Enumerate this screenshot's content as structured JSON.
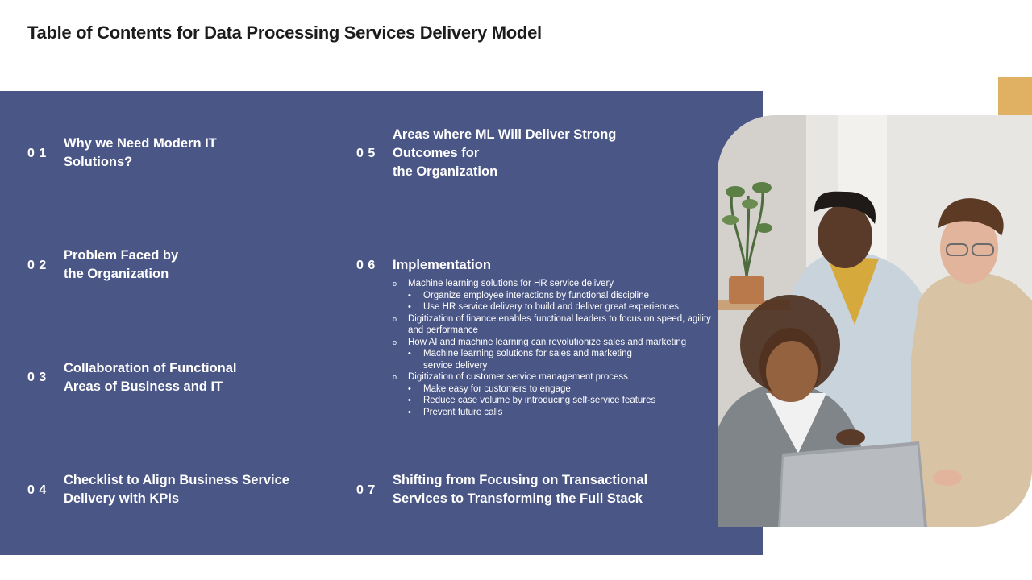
{
  "page": {
    "title": "Table of Contents for Data Processing Services Delivery Model"
  },
  "colors": {
    "panel": "#4a5686",
    "accent": "#e0b163",
    "text_on_panel": "#ffffff"
  },
  "toc": [
    {
      "number": "0 1",
      "heading": "Why we Need Modern IT\nSolutions?"
    },
    {
      "number": "0 2",
      "heading": "Problem Faced by\nthe Organization"
    },
    {
      "number": "0 3",
      "heading": "Collaboration of Functional\nAreas of Business and IT"
    },
    {
      "number": "0 4",
      "heading": "Checklist to Align Business Service\nDelivery with KPIs"
    },
    {
      "number": "0 5",
      "heading": "Areas where ML Will Deliver Strong\nOutcomes for\nthe Organization"
    },
    {
      "number": "0 6",
      "heading": "Implementation"
    },
    {
      "number": "0 7",
      "heading": "Shifting from Focusing on Transactional\nServices to Transforming the Full Stack"
    }
  ],
  "implementation_details": [
    {
      "level": 1,
      "marker": "o",
      "text": "Machine learning solutions for HR service delivery"
    },
    {
      "level": 2,
      "marker": "•",
      "text": "Organize employee interactions by functional discipline"
    },
    {
      "level": 2,
      "marker": "•",
      "text": "Use HR service delivery to  build and deliver great experiences"
    },
    {
      "level": 1,
      "marker": "o",
      "text": "Digitization of finance enables functional leaders to focus on speed, agility and performance"
    },
    {
      "level": 1,
      "marker": "o",
      "text": "How AI  and machine learning can revolutionize sales and marketing"
    },
    {
      "level": 2,
      "marker": "•",
      "text": "Machine learning solutions for sales and marketing service delivery"
    },
    {
      "level": 1,
      "marker": "o",
      "text": "Digitization of customer service management process"
    },
    {
      "level": 2,
      "marker": "•",
      "text": "Make  easy for customers to engage"
    },
    {
      "level": 2,
      "marker": "•",
      "text": "Reduce case volume by introducing self-service features"
    },
    {
      "level": 2,
      "marker": "•",
      "text": "Prevent future calls"
    }
  ],
  "photo": {
    "icon": "team-photo"
  }
}
